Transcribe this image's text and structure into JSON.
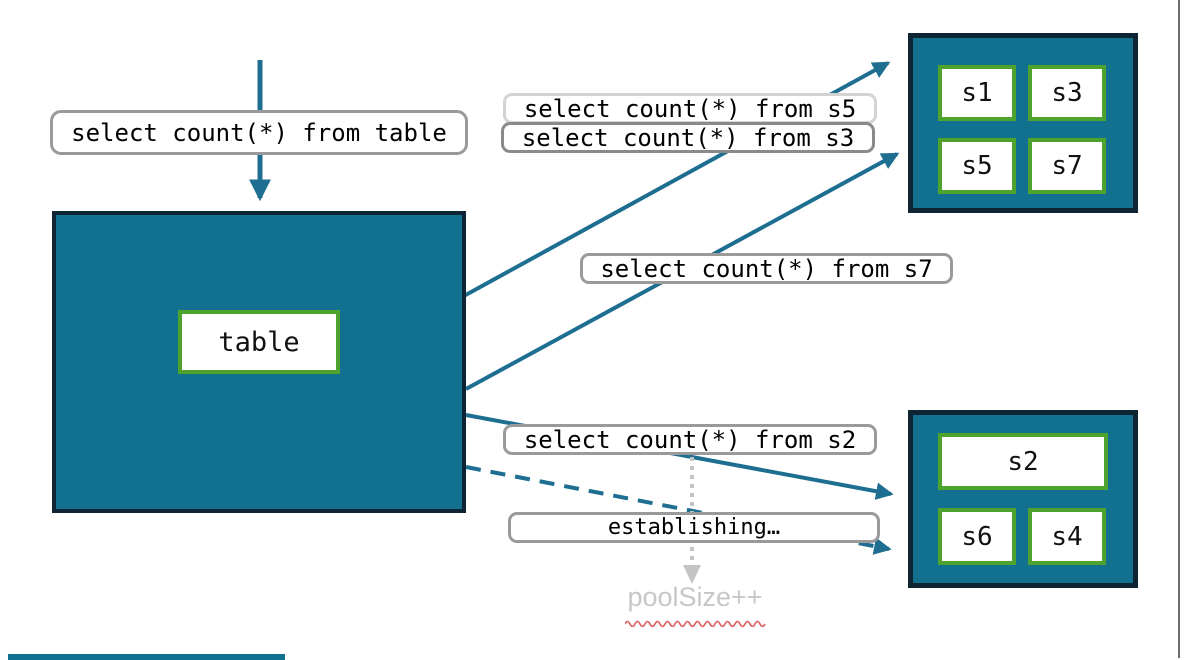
{
  "diagram": {
    "queries": {
      "table": "select count(*) from table",
      "s5": "select count(*) from s5",
      "s3": "select count(*) from s3",
      "s7": "select count(*) from s7",
      "s2": "select count(*) from s2"
    },
    "status": {
      "establishing": "establishing…"
    },
    "nodes": {
      "table": {
        "label": "table"
      },
      "pool_top": {
        "shards": [
          "s1",
          "s3",
          "s5",
          "s7"
        ]
      },
      "pool_bottom": {
        "shards": [
          "s2",
          "s6",
          "s4"
        ]
      }
    },
    "note": {
      "pool_size": "poolSize++"
    },
    "colors": {
      "node_fill": "#11718F",
      "node_border": "#0D2433",
      "shard_border": "#4EA32F",
      "arrow": "#1D6E90",
      "label_border": "#9A9A9A",
      "label_border_light": "#D3D3D3",
      "label_border_dark": "#8A8A8A",
      "note_text": "#C7C7C7",
      "dotted_line": "#C4C4C4",
      "squiggle": "#E05C5C"
    }
  }
}
